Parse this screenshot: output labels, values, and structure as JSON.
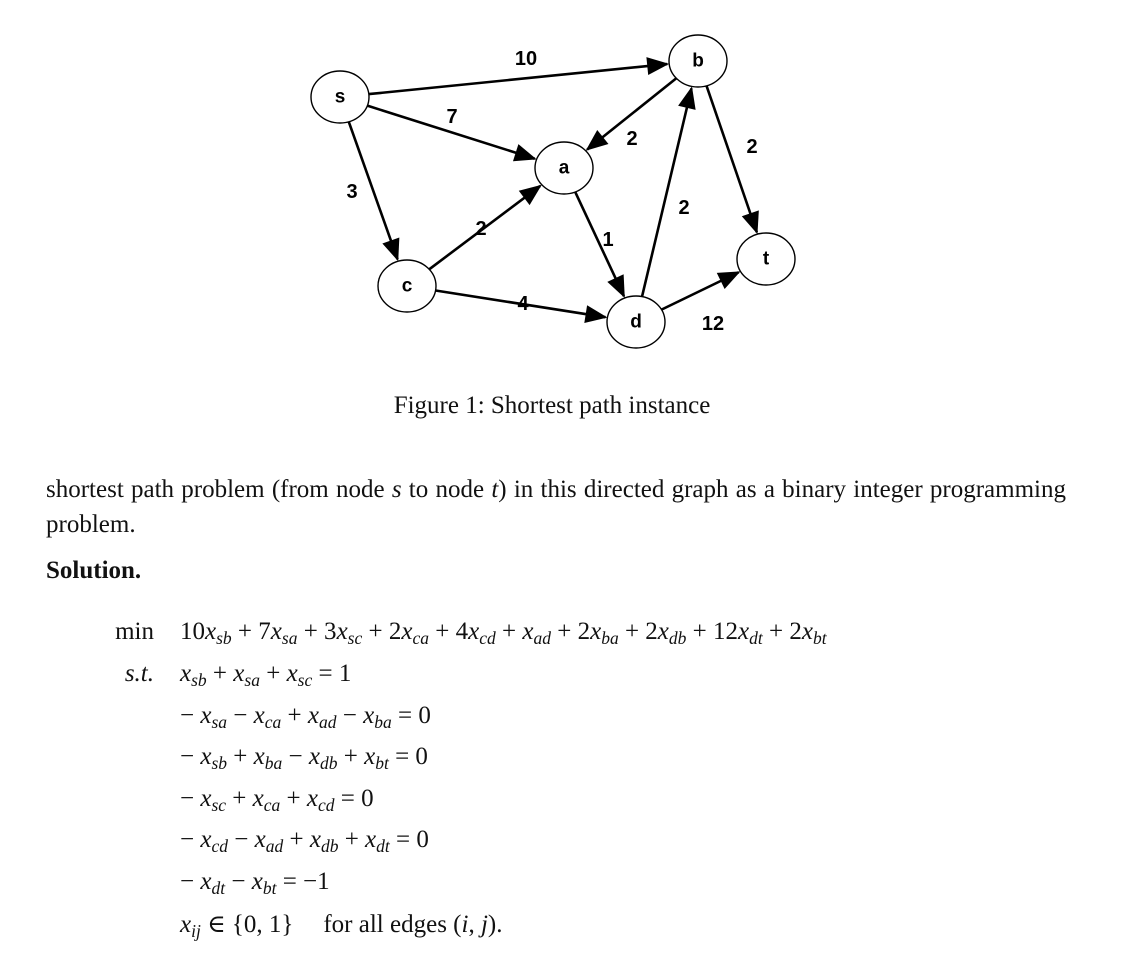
{
  "figure": {
    "nodes": [
      {
        "id": "s",
        "label": "s"
      },
      {
        "id": "b",
        "label": "b"
      },
      {
        "id": "a",
        "label": "a"
      },
      {
        "id": "c",
        "label": "c"
      },
      {
        "id": "d",
        "label": "d"
      },
      {
        "id": "t",
        "label": "t"
      }
    ],
    "edges": [
      {
        "from": "s",
        "to": "b",
        "weight": "10"
      },
      {
        "from": "s",
        "to": "a",
        "weight": "7"
      },
      {
        "from": "s",
        "to": "c",
        "weight": "3"
      },
      {
        "from": "b",
        "to": "a",
        "weight": "2"
      },
      {
        "from": "b",
        "to": "t",
        "weight": "2"
      },
      {
        "from": "a",
        "to": "d",
        "weight": "1"
      },
      {
        "from": "c",
        "to": "a",
        "weight": "2"
      },
      {
        "from": "c",
        "to": "d",
        "weight": "4"
      },
      {
        "from": "d",
        "to": "b",
        "weight": "2"
      },
      {
        "from": "d",
        "to": "t",
        "weight": "12"
      }
    ],
    "caption": "Figure 1: Shortest path instance"
  },
  "text": {
    "prose_1": "shortest path problem (from node ",
    "var_s": "s",
    "prose_2": " to node ",
    "var_t": "t",
    "prose_3": ") in this directed graph as a binary integer programming problem.",
    "solution_heading": "Solution."
  },
  "lp": {
    "min_label": "min",
    "st_label": "s.t.",
    "objective": "10x_sb + 7x_sa + 3x_sc + 2x_ca + 4x_cd + x_ad + 2x_ba + 2x_db + 12x_dt + 2x_bt",
    "constraints": [
      "x_sb + x_sa + x_sc = 1",
      "− x_sa − x_ca + x_ad − x_ba = 0",
      "− x_sb + x_ba − x_db + x_bt = 0",
      "− x_sc + x_ca + x_cd = 0",
      "− x_cd − x_ad + x_db + x_dt = 0",
      "− x_dt − x_bt = −1"
    ],
    "domain": "x_ij ∈ {0, 1}",
    "domain_note": "for all edges (i, j)."
  }
}
